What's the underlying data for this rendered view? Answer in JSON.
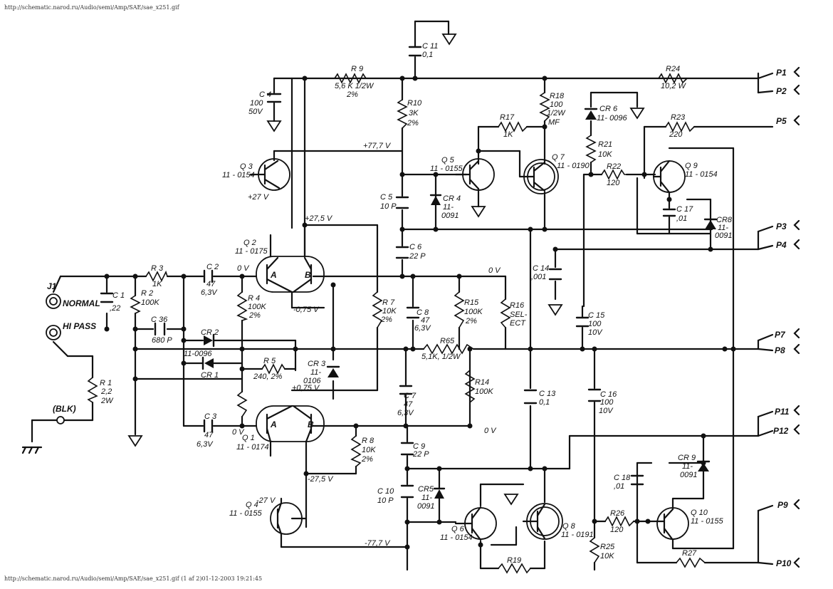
{
  "header": {
    "top_url": "http://schematic.narod.ru/Audio/semi/Amp/SAE/sae_x251.gif",
    "footer": "http://schematic.narod.ru/Audio/semi/Amp/SAE/sae_x251.gif (1 af 2)01-12-2003 19:21:45"
  },
  "resistors": {
    "r9": [
      "R 9",
      "5,6 K 1/2W",
      "2%"
    ],
    "r10": [
      "R10",
      "3K",
      "2%"
    ],
    "r18": [
      "R18",
      "100",
      "1/2W",
      "MF"
    ],
    "r24": [
      "R24",
      "10,2 W"
    ],
    "r17": [
      "R17",
      "1K"
    ],
    "r23": [
      "R23",
      "220"
    ],
    "r21": [
      "R21",
      "10K"
    ],
    "r22": [
      "R22",
      "120"
    ],
    "r3": [
      "R 3",
      "1K"
    ],
    "r2": [
      "R 2",
      "100K"
    ],
    "r4": [
      "R 4",
      "100K",
      "2%"
    ],
    "r5": [
      "R 5",
      "240, 2%"
    ],
    "r7": [
      "R 7",
      "10K",
      "2%"
    ],
    "r15": [
      "R15",
      "100K",
      "2%"
    ],
    "r16": [
      "R16",
      "SEL-",
      "ECT"
    ],
    "r65": [
      "R65",
      "5,1K, 1/2W"
    ],
    "r14": [
      "R14",
      "100K"
    ],
    "r8": [
      "R 8",
      "10K",
      "2%"
    ],
    "r1": [
      "R 1",
      "2,2",
      "2W"
    ],
    "r26": [
      "R26",
      "120"
    ],
    "r25": [
      "R25",
      "10K"
    ],
    "r19": [
      "R19"
    ],
    "r27": [
      "R27"
    ]
  },
  "capacitors": {
    "c11": [
      "C 11",
      "0,1"
    ],
    "c4": [
      "C 4",
      "100",
      "50V"
    ],
    "c5": [
      "C 5",
      "10 P"
    ],
    "c6": [
      "C 6",
      "22 P"
    ],
    "c17": [
      "C 17",
      ",01"
    ],
    "c14": [
      "C 14",
      ",001"
    ],
    "c1": [
      "C 1",
      ",22"
    ],
    "c2": [
      "C 2",
      "47",
      "6,3V"
    ],
    "c36": [
      "C 36",
      "680 P"
    ],
    "c8": [
      "C 8",
      "47",
      "6,3V"
    ],
    "c15": [
      "C 15",
      "100",
      "10V"
    ],
    "c7": [
      "C 7",
      "47",
      "6,3V"
    ],
    "c13": [
      "C 13",
      "0,1"
    ],
    "c16": [
      "C 16",
      "100",
      "10V"
    ],
    "c3": [
      "C 3",
      "47",
      "6,3V"
    ],
    "c9": [
      "C 9",
      "22 P"
    ],
    "c10": [
      "C 10",
      "10 P"
    ],
    "c18": [
      "C 18",
      ",01"
    ]
  },
  "diodes": {
    "cr6": [
      "CR 6",
      "11- 0096"
    ],
    "cr4": [
      "CR 4",
      "11-",
      "0091"
    ],
    "cr8": [
      "CR8",
      "11-",
      "0091"
    ],
    "cr2": [
      "CR 2",
      "11-0096"
    ],
    "cr1": [
      "CR 1"
    ],
    "cr3": [
      "CR 3",
      "11-",
      "0106"
    ],
    "cr5": [
      "CR5",
      "11-",
      "0091"
    ],
    "cr9": [
      "CR 9",
      "11-",
      "0091"
    ]
  },
  "transistors": {
    "q3": [
      "Q 3",
      "11 - 0154"
    ],
    "q5": [
      "Q 5",
      "11 - 0155"
    ],
    "q7": [
      "Q 7",
      "11 - 0190"
    ],
    "q9": [
      "Q 9",
      "11 - 0154"
    ],
    "q2": [
      "Q 2",
      "11 - 0175"
    ],
    "q1": [
      "Q 1",
      "11 - 0174"
    ],
    "q4": [
      "Q 4",
      "11 - 0155"
    ],
    "q6": [
      "Q 6",
      "11 - 0154"
    ],
    "q8": [
      "Q 8",
      "11 - 0191"
    ],
    "q10": [
      "Q 10",
      "11 - 0155"
    ]
  },
  "voltages": {
    "v_p777": "+77,7 V",
    "v_p27": "+27 V",
    "v_p275": "+27,5 V",
    "v_0v_q2": "0 V",
    "v_0v_right": "0 V",
    "v_m075": "-0,75 V",
    "v_p075": "+0,75 V",
    "v_0v_q1": "0 V",
    "v_0v_bot": "0 V",
    "v_m275": "-27,5 V",
    "v_m27": "-27 V",
    "v_m777": "-77,7 V"
  },
  "connectors": {
    "j1": "J1",
    "normal": "NORMAL",
    "hipass": "HI PASS",
    "blk": "(BLK)"
  },
  "pins": [
    "P1",
    "P2",
    "P5",
    "P3",
    "P4",
    "P7",
    "P8",
    "P11",
    "P12",
    "P9",
    "P10"
  ],
  "pin_letters": [
    "A",
    "B",
    "A",
    "B"
  ]
}
